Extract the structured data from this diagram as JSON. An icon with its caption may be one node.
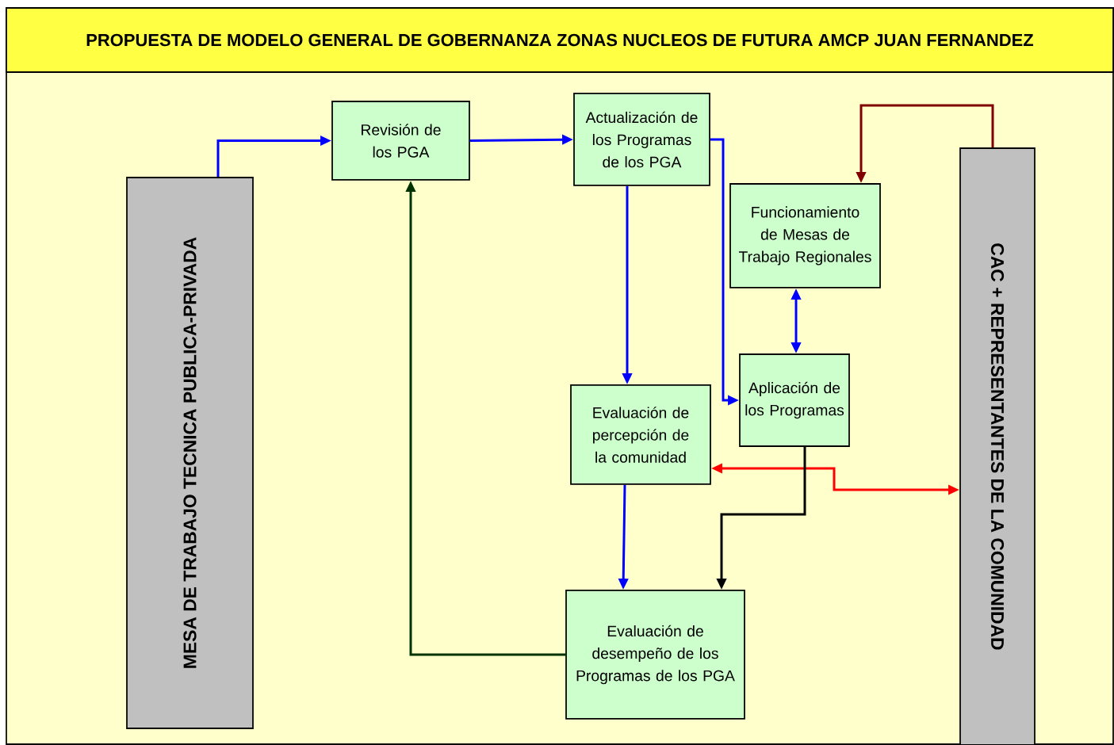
{
  "diagram": {
    "title": "PROPUESTA DE MODELO GENERAL DE GOBERNANZA ZONAS NUCLEOS DE FUTURA AMCP JUAN FERNANDEZ",
    "nodes": [
      {
        "text": [
          "MESA DE TRABAJO TECNICA  PUBLICA-PRIVADA"
        ]
      },
      {
        "text": [
          "Revisión de los PGA"
        ]
      },
      {
        "text": [
          "Actualización de los Programas de los PGA"
        ]
      },
      {
        "text": [
          "Funcionamiento de Mesas de Trabajo Regionales"
        ]
      },
      {
        "text": [
          "Aplicación de los Programas"
        ]
      },
      {
        "text": [
          "Evaluación de percepción de la comunidad"
        ]
      },
      {
        "text": [
          "Evaluación de desempeño de los Programas de los PGA"
        ]
      },
      {
        "text": [
          "CAC + REPRESENTANTES DE LA COMUNIDAD"
        ]
      }
    ],
    "edges": [
      {
        "from": 0,
        "to": 1,
        "arrow": "to"
      },
      {
        "from": 1,
        "to": 2,
        "arrow": "to"
      },
      {
        "from": 2,
        "to": 5,
        "arrow": "to"
      },
      {
        "from": 2,
        "to": 4,
        "arrow": "to"
      },
      {
        "from": 3,
        "to": 4,
        "arrow": "both"
      },
      {
        "from": 7,
        "to": 3,
        "arrow": "to",
        "color": "#800000"
      },
      {
        "from": 5,
        "to": 7,
        "arrow": "both",
        "color": "#ff0000"
      },
      {
        "from": 4,
        "to": 6,
        "arrow": "to",
        "color": "#000000"
      },
      {
        "from": 5,
        "to": 6,
        "arrow": "to"
      },
      {
        "from": 6,
        "to": 1,
        "arrow": "to",
        "color": "#003300"
      }
    ]
  }
}
